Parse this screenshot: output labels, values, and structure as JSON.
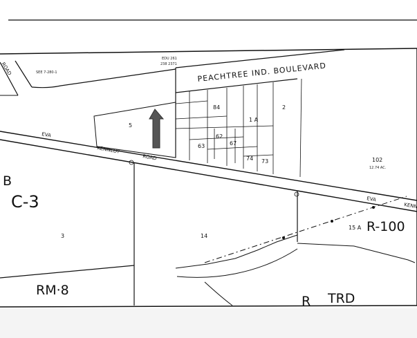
{
  "map": {
    "roads": {
      "peachtree": "PEACHTREE IND. BOULEVARD",
      "eva_kennedy_1": "EVA",
      "eva_kennedy_2": "KENNEDY",
      "eva_kennedy_3": "ROAD",
      "eva_east_1": "EVA",
      "eva_east_2": "KENN",
      "road_nw": "ROAD",
      "trd": "TRD"
    },
    "zones": {
      "c3": "C-3",
      "rm8": "RM·8",
      "r100": "R-100",
      "b_west": "B",
      "b_south": "R"
    },
    "parcels": {
      "p5": "5",
      "p1a": "1 A",
      "p2": "2",
      "p102": "102",
      "p102_area": "12.74 AC.",
      "p3": "3",
      "p14": "14",
      "p15a": "15 A",
      "p74": "74",
      "p73": "73",
      "p63": "63",
      "p62": "62",
      "p67": "67",
      "p84": "84"
    },
    "annotations": {
      "sec_ref": "SEE 7-280-1",
      "edu": "EDU 261",
      "grid_ref": "238 2371"
    }
  }
}
